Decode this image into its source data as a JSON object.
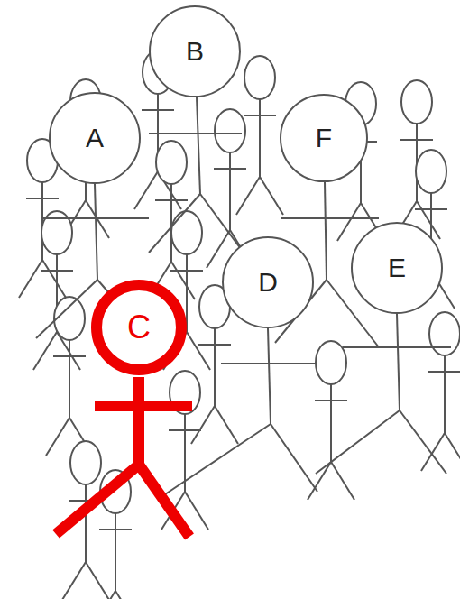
{
  "diagram": {
    "nodes": [
      {
        "text": [
          "B"
        ]
      },
      {
        "text": [
          "A"
        ]
      },
      {
        "text": [
          "F"
        ]
      },
      {
        "text": [
          "E"
        ]
      },
      {
        "text": [
          "D"
        ]
      },
      {
        "text": [
          "C"
        ]
      }
    ]
  }
}
